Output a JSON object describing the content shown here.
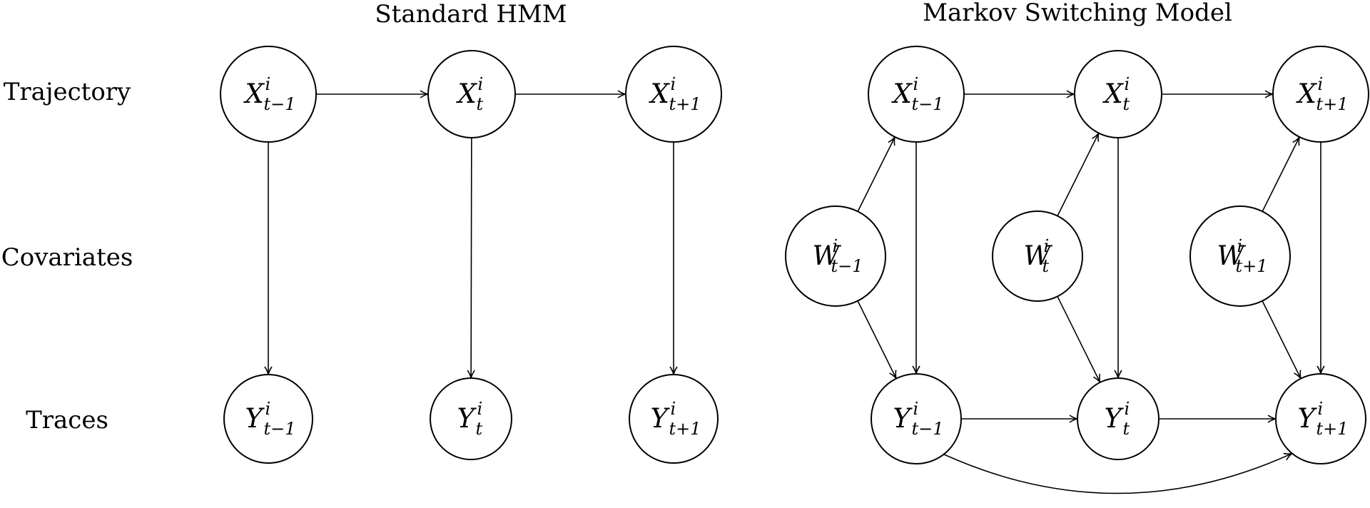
{
  "panels": {
    "hmm": {
      "title": "Standard HMM"
    },
    "msm": {
      "title": "Markov Switching Model"
    }
  },
  "row_labels": {
    "trajectory": "Trajectory",
    "covariates": "Covariates",
    "traces": "Traces"
  },
  "nodes": [
    {
      "id": "hmm_x_tm1",
      "panel": "hmm",
      "var": "X",
      "sup": "i",
      "sub": "t−1"
    },
    {
      "id": "hmm_x_t",
      "panel": "hmm",
      "var": "X",
      "sup": "i",
      "sub": "t"
    },
    {
      "id": "hmm_x_tp1",
      "panel": "hmm",
      "var": "X",
      "sup": "i",
      "sub": "t+1"
    },
    {
      "id": "hmm_y_tm1",
      "panel": "hmm",
      "var": "Y",
      "sup": "i",
      "sub": "t−1"
    },
    {
      "id": "hmm_y_t",
      "panel": "hmm",
      "var": "Y",
      "sup": "i",
      "sub": "t"
    },
    {
      "id": "hmm_y_tp1",
      "panel": "hmm",
      "var": "Y",
      "sup": "i",
      "sub": "t+1"
    },
    {
      "id": "msm_x_tm1",
      "panel": "msm",
      "var": "X",
      "sup": "i",
      "sub": "t−1"
    },
    {
      "id": "msm_x_t",
      "panel": "msm",
      "var": "X",
      "sup": "i",
      "sub": "t"
    },
    {
      "id": "msm_x_tp1",
      "panel": "msm",
      "var": "X",
      "sup": "i",
      "sub": "t+1"
    },
    {
      "id": "msm_w_tm1",
      "panel": "msm",
      "var": "W",
      "sup": "i",
      "sub": "t−1"
    },
    {
      "id": "msm_w_t",
      "panel": "msm",
      "var": "W",
      "sup": "i",
      "sub": "t"
    },
    {
      "id": "msm_w_tp1",
      "panel": "msm",
      "var": "W",
      "sup": "i",
      "sub": "t+1"
    },
    {
      "id": "msm_y_tm1",
      "panel": "msm",
      "var": "Y",
      "sup": "i",
      "sub": "t−1"
    },
    {
      "id": "msm_y_t",
      "panel": "msm",
      "var": "Y",
      "sup": "i",
      "sub": "t"
    },
    {
      "id": "msm_y_tp1",
      "panel": "msm",
      "var": "Y",
      "sup": "i",
      "sub": "t+1"
    }
  ],
  "edges": [
    {
      "from": "hmm_x_tm1",
      "to": "hmm_x_t"
    },
    {
      "from": "hmm_x_t",
      "to": "hmm_x_tp1"
    },
    {
      "from": "hmm_x_tm1",
      "to": "hmm_y_tm1"
    },
    {
      "from": "hmm_x_t",
      "to": "hmm_y_t"
    },
    {
      "from": "hmm_x_tp1",
      "to": "hmm_y_tp1"
    },
    {
      "from": "msm_x_tm1",
      "to": "msm_x_t"
    },
    {
      "from": "msm_x_t",
      "to": "msm_x_tp1"
    },
    {
      "from": "msm_x_tm1",
      "to": "msm_y_tm1"
    },
    {
      "from": "msm_x_t",
      "to": "msm_y_t"
    },
    {
      "from": "msm_x_tp1",
      "to": "msm_y_tp1"
    },
    {
      "from": "msm_w_tm1",
      "to": "msm_x_tm1"
    },
    {
      "from": "msm_w_tm1",
      "to": "msm_y_tm1"
    },
    {
      "from": "msm_w_t",
      "to": "msm_x_t"
    },
    {
      "from": "msm_w_t",
      "to": "msm_y_t"
    },
    {
      "from": "msm_w_tp1",
      "to": "msm_x_tp1"
    },
    {
      "from": "msm_w_tp1",
      "to": "msm_y_tp1"
    },
    {
      "from": "msm_y_tm1",
      "to": "msm_y_t"
    },
    {
      "from": "msm_y_t",
      "to": "msm_y_tp1"
    },
    {
      "from": "msm_y_tm1",
      "to": "msm_y_tp1",
      "curved": true
    }
  ]
}
